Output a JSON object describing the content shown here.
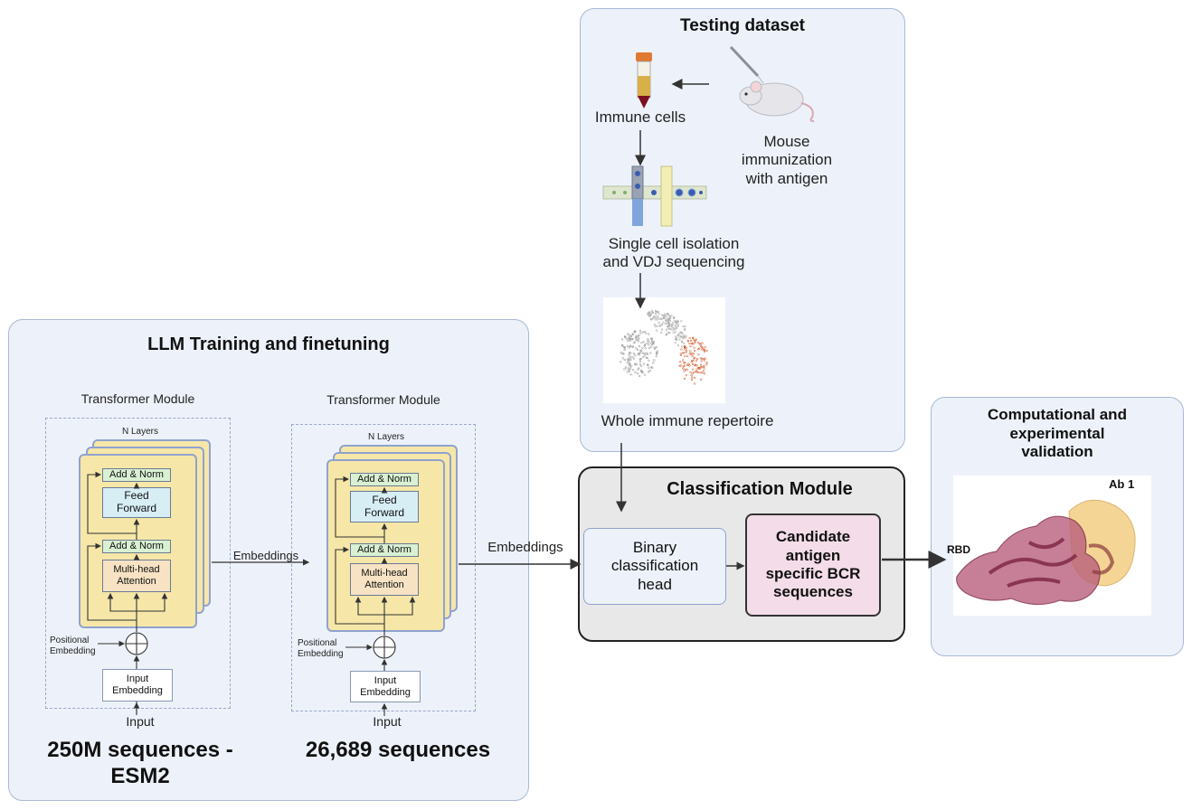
{
  "testing": {
    "title": "Testing dataset",
    "immune_cells": "Immune cells",
    "mouse": [
      "Mouse",
      "immunization",
      "with antigen"
    ],
    "single_cell": [
      "Single cell isolation",
      "and VDJ sequencing"
    ],
    "repertoire": "Whole immune repertoire"
  },
  "llm": {
    "title": "LLM Training and finetuning",
    "modules": [
      {
        "title": "Transformer Module",
        "n_layers": "N Layers",
        "add_norm": "Add & Norm",
        "feed_forward": "Feed Forward",
        "attention": [
          "Multi-head",
          "Attention"
        ],
        "positional": [
          "Positional",
          "Embedding"
        ],
        "input_embedding": [
          "Input",
          "Embedding"
        ],
        "input": "Input",
        "caption": [
          "250M sequences -",
          "ESM2"
        ]
      },
      {
        "title": "Transformer Module",
        "n_layers": "N Layers",
        "add_norm": "Add & Norm",
        "feed_forward": "Feed Forward",
        "attention": [
          "Multi-head",
          "Attention"
        ],
        "positional": [
          "Positional",
          "Embedding"
        ],
        "input_embedding": [
          "Input",
          "Embedding"
        ],
        "input": "Input",
        "caption": [
          "26,689 sequences"
        ]
      }
    ],
    "embeddings_label": "Embeddings"
  },
  "embeddings_out_label": "Embeddings",
  "classification": {
    "title": "Classification Module",
    "binary_head": [
      "Binary",
      "classification",
      "head"
    ],
    "candidate": [
      "Candidate",
      "antigen",
      "specific BCR",
      "sequences"
    ]
  },
  "validation": {
    "title": [
      "Computational and",
      "experimental",
      "validation"
    ],
    "ab1": "Ab 1",
    "rbd": "RBD"
  },
  "colors": {
    "panel_bg": "#edf2fa",
    "panel_border": "#a9b8d6",
    "classification_bg": "#e8e8e8",
    "candidate_bg": "#f4dde8",
    "card_yellow": "#f6e7a8",
    "protein_red": "#9b3b58",
    "protein_yellow": "#f2c46b"
  }
}
